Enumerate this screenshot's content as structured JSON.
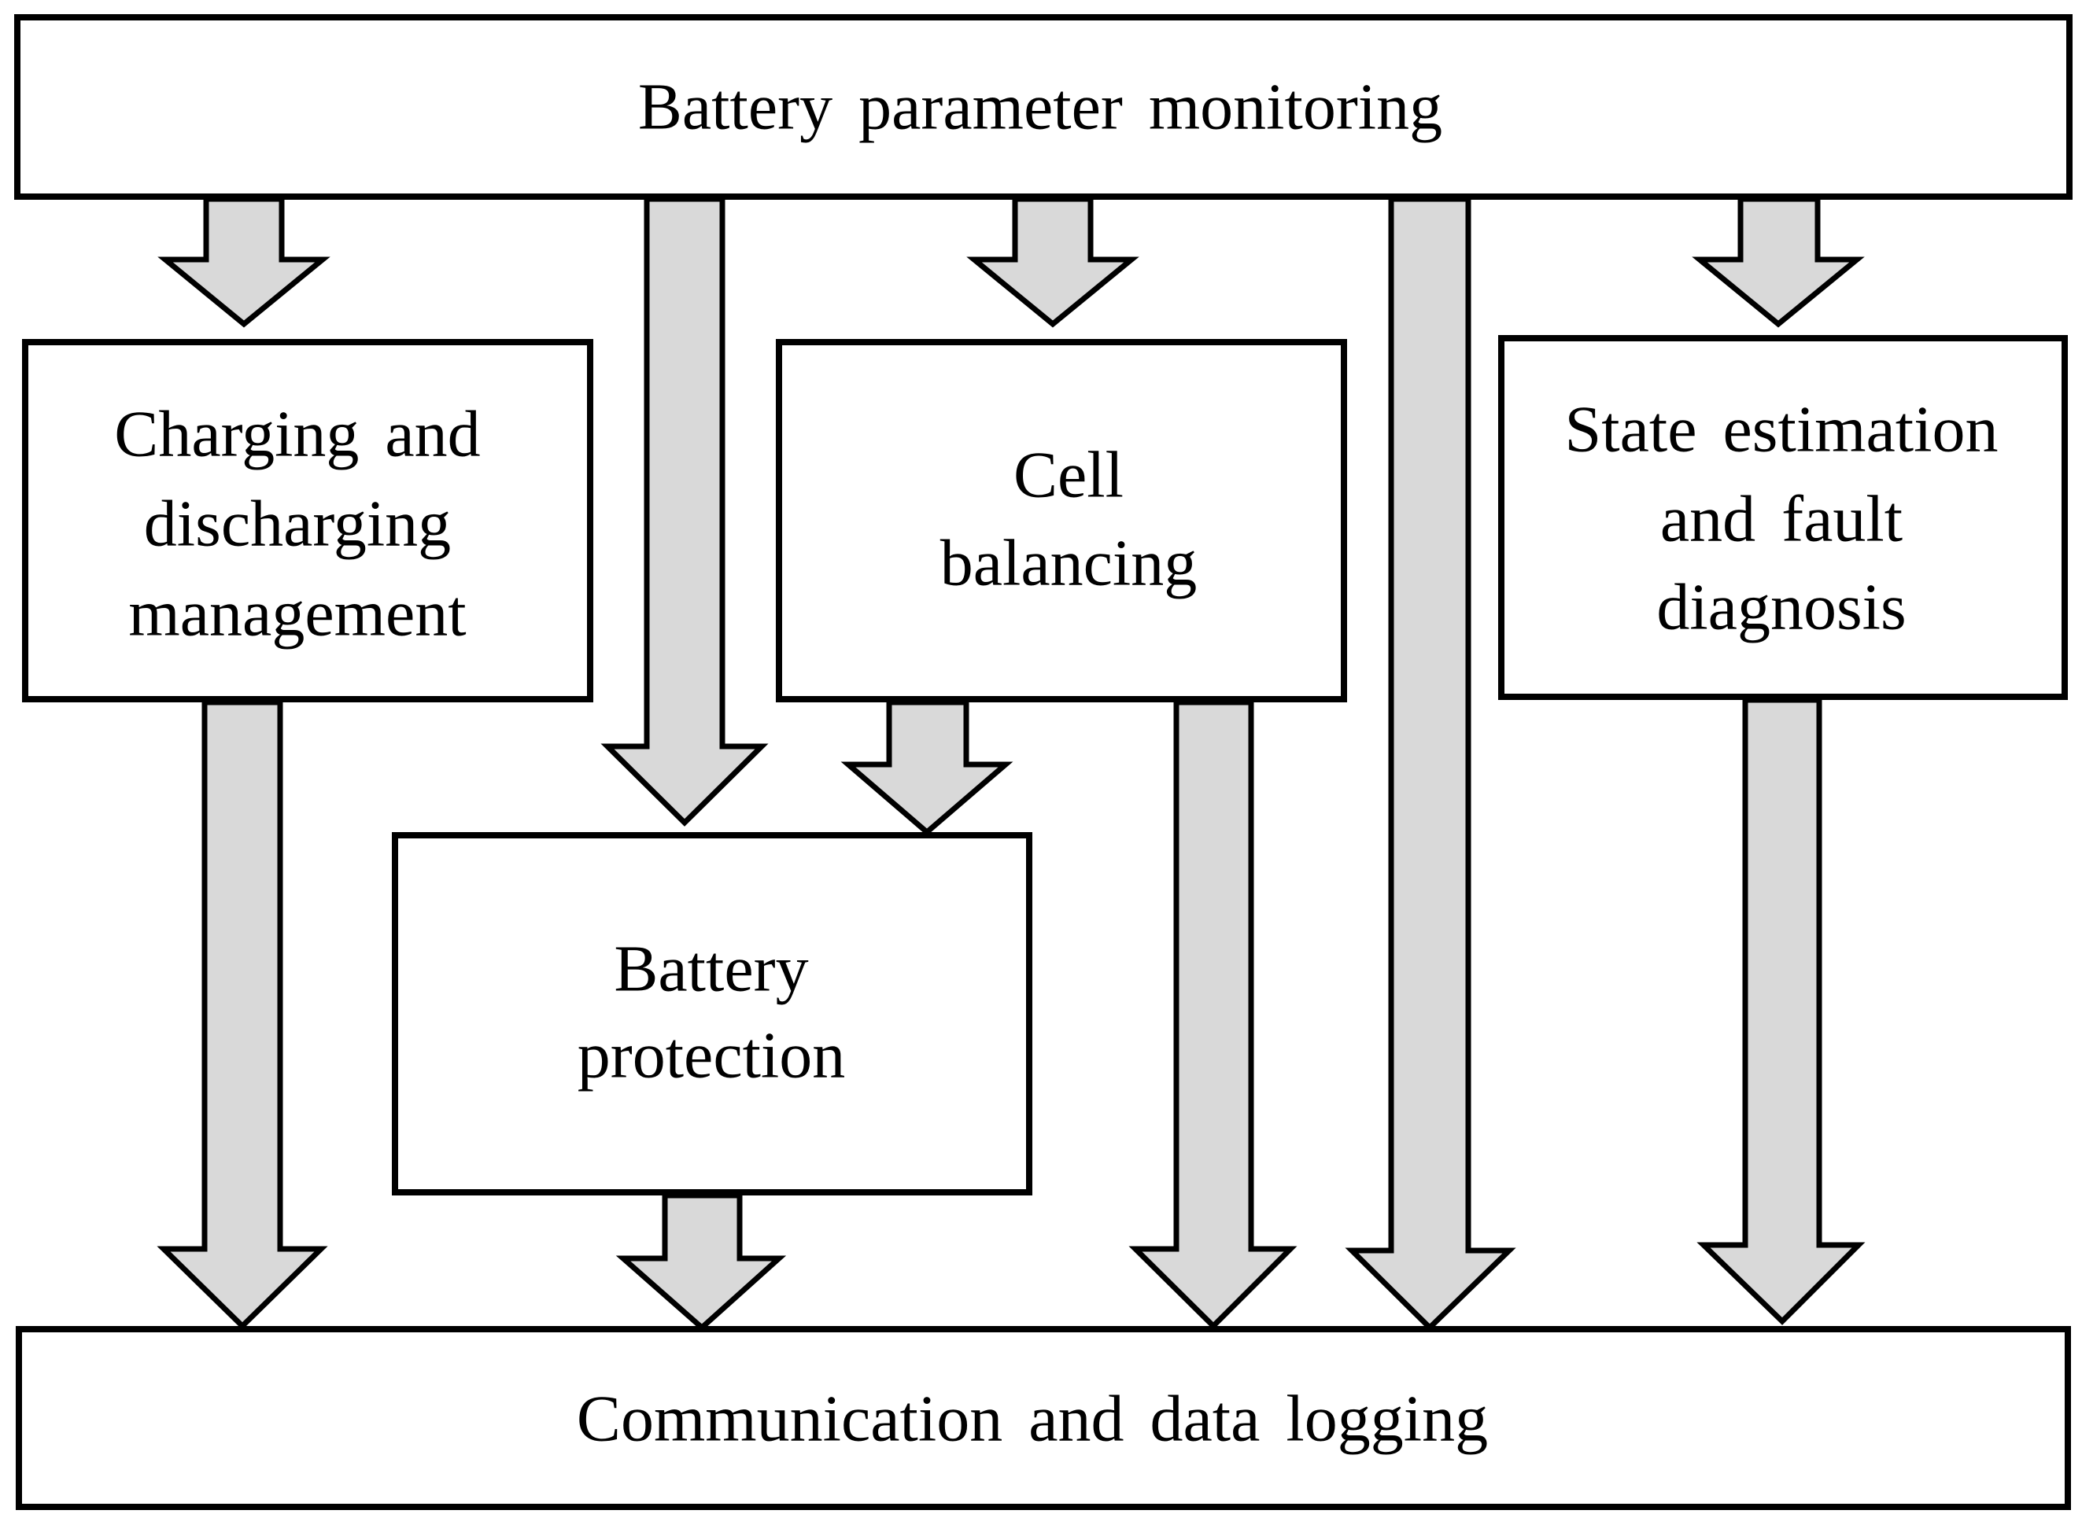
{
  "diagram": {
    "nodes": {
      "monitoring": {
        "lines": [
          "Battery parameter monitoring"
        ]
      },
      "charging": {
        "lines": [
          "Charging and",
          "discharging",
          "management"
        ]
      },
      "balancing": {
        "lines": [
          "Cell",
          "balancing"
        ]
      },
      "state": {
        "lines": [
          "State estimation",
          "and fault",
          "diagnosis"
        ]
      },
      "protection": {
        "lines": [
          "Battery",
          "protection"
        ]
      },
      "communication": {
        "lines": [
          "Communication and data logging"
        ]
      }
    },
    "edges": [
      {
        "from": "monitoring",
        "to": "charging"
      },
      {
        "from": "monitoring",
        "to": "protection"
      },
      {
        "from": "monitoring",
        "to": "balancing"
      },
      {
        "from": "monitoring",
        "to": "communication"
      },
      {
        "from": "monitoring",
        "to": "state"
      },
      {
        "from": "charging",
        "to": "communication"
      },
      {
        "from": "balancing",
        "to": "protection"
      },
      {
        "from": "balancing",
        "to": "communication"
      },
      {
        "from": "protection",
        "to": "communication"
      },
      {
        "from": "state",
        "to": "communication"
      }
    ]
  }
}
